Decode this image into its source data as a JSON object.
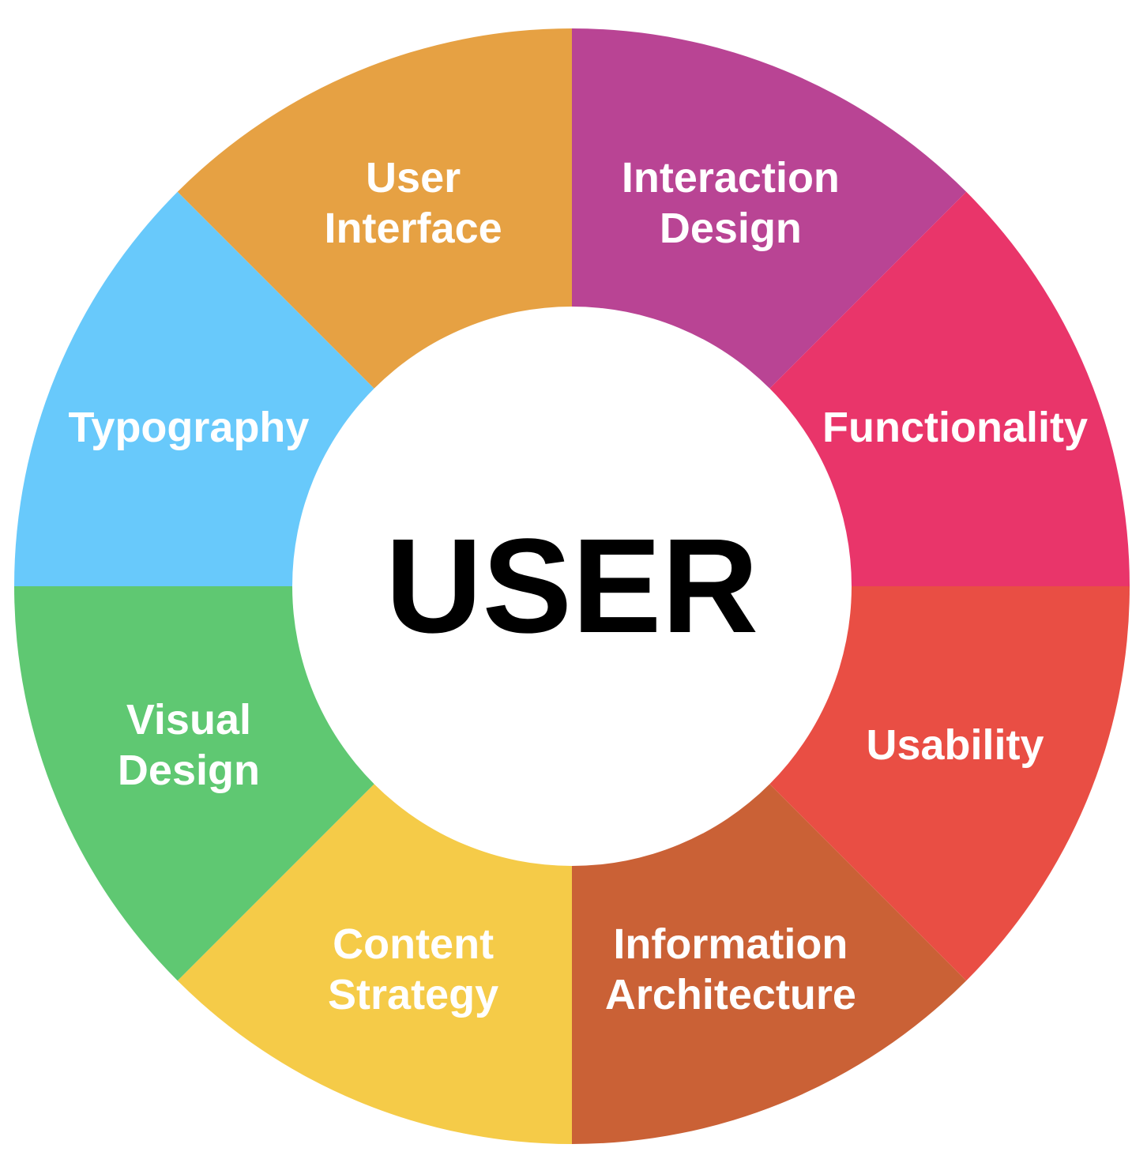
{
  "diagram": {
    "center": {
      "label": "USER"
    },
    "segments": [
      {
        "id": "interaction-design",
        "lines": [
          "Interaction",
          "Design"
        ],
        "color": "#B94494"
      },
      {
        "id": "functionality",
        "lines": [
          "Functionality"
        ],
        "color": "#E9356A"
      },
      {
        "id": "usability",
        "lines": [
          "Usability"
        ],
        "color": "#E94E44"
      },
      {
        "id": "information-architecture",
        "lines": [
          "Information",
          "Architecture"
        ],
        "color": "#CA6136"
      },
      {
        "id": "content-strategy",
        "lines": [
          "Content",
          "Strategy"
        ],
        "color": "#F5CB48"
      },
      {
        "id": "visual-design",
        "lines": [
          "Visual",
          "Design"
        ],
        "color": "#5FC872"
      },
      {
        "id": "typography",
        "lines": [
          "Typography"
        ],
        "color": "#68C9FB"
      },
      {
        "id": "user-interface",
        "lines": [
          "User",
          "Interface"
        ],
        "color": "#E6A143"
      }
    ]
  }
}
